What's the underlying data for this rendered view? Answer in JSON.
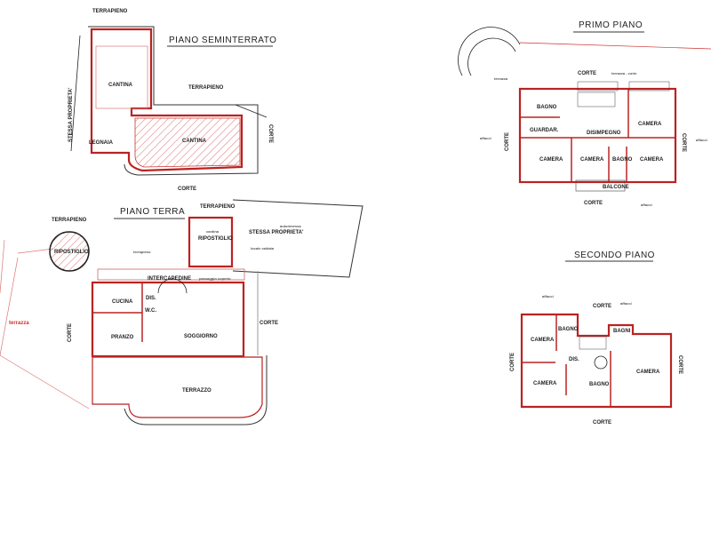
{
  "seminterrato": {
    "title": "PIANO SEMINTERRATO",
    "labels": {
      "terrapieno_top": "TERRAPIENO",
      "stessa_proprieta": "STESSA PROPRIETA'",
      "cantina_1": "CANTINA",
      "terrapieno": "TERRAPIENO",
      "corte_right": "CORTE",
      "legnaia": "LEGNAIA",
      "cantina_2": "CANTINA",
      "corte_bottom": "CORTE"
    }
  },
  "terra": {
    "title": "PIANO TERRA",
    "labels": {
      "terrapieno_left": "TERRAPIENO",
      "terrapieno_top": "TERRAPIENO",
      "ripostiglio_round": "RIPOSTIGLIO",
      "terrapieno_mid": "terrapieno",
      "ripostiglio": "RIPOSTIGLIO",
      "cantina": "cantina",
      "stessa_proprieta": "STESSA PROPRIETA'",
      "locale_caldaia": "locale caldaia",
      "autorimessa": "autorimessa",
      "intercapedine": "INTERCAPEDINE",
      "passaggio_coperto": "passaggio coperto",
      "cucina": "CUCINA",
      "dis": "DIS.",
      "wc": "W.C.",
      "pranzo": "PRANZO",
      "soggiorno": "SOGGIORNO",
      "corte_right": "CORTE",
      "corte_left": "CORTE",
      "terrazza": "terrazza",
      "terrazzo": "TERRAZZO"
    }
  },
  "primo": {
    "title": "PRIMO PIANO",
    "labels": {
      "corte_top": "CORTE",
      "terrazza_corte": "terrazza - corte",
      "terrazza": "terrazza",
      "bagno_1": "BAGNO",
      "guardar": "GUARDAR.",
      "disimpegno": "DISIMPEGNO",
      "camera_1": "CAMERA",
      "camera_2": "CAMERA",
      "camera_3": "CAMERA",
      "bagno_2": "BAGNO",
      "camera_4": "CAMERA",
      "balcone": "BALCONE",
      "corte_bottom": "CORTE",
      "corte_left": "CORTE",
      "corte_right": "CORTE",
      "affacci_left": "affacci",
      "affacci_right": "affacci",
      "affacci_bottom": "affacci"
    }
  },
  "secondo": {
    "title": "SECONDO PIANO",
    "labels": {
      "affacci_1": "affacci",
      "affacci_2": "affacci",
      "corte_top": "CORTE",
      "camera_1": "CAMERA",
      "bagno_1": "BAGNO",
      "bagni": "BAGNI",
      "dis": "DIS.",
      "camera_2": "CAMERA",
      "bagno_2": "BAGNO",
      "camera_3": "CAMERA",
      "corte_left": "CORTE",
      "corte_right": "CORTE",
      "corte_bottom": "CORTE"
    }
  }
}
